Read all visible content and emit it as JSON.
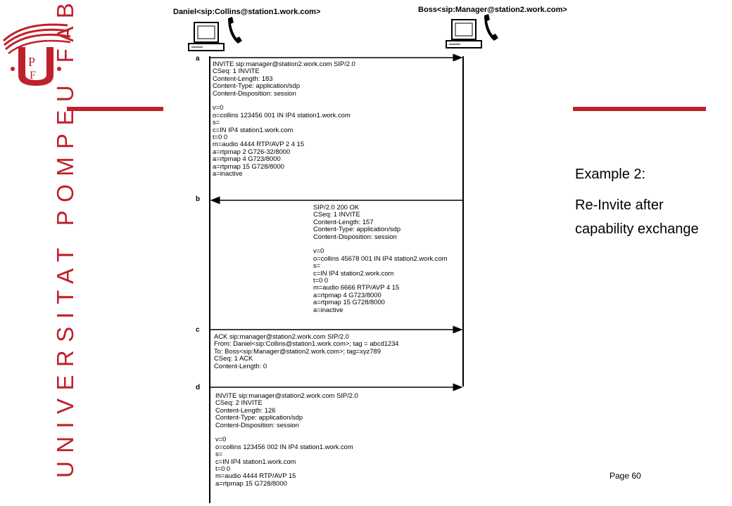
{
  "university": {
    "name": "UNIVERSITAT POMPEU FABRA",
    "logo_letters": "UPF",
    "brand_color": "#c0202a"
  },
  "diagram": {
    "left_party": "Daniel<sip:Collins@station1.work.com>",
    "right_party": "Boss<sip:Manager@station2.work.com>",
    "icons": [
      "computer-icon",
      "telephone-icon"
    ],
    "steps": [
      {
        "label": "a",
        "direction": "right",
        "text": "INVITE sip:manager@station2.work.com SIP/2.0\nCSeq: 1 INVITE\nContent-Length: 183\nContent-Type: application/sdp\nContent-Disposition: session\n\nv=0\no=collins 123456 001 IN IP4 station1.work.com\ns=\nc=IN IP4 station1.work.com\nt=0 0\nm=audio 4444 RTP/AVP 2 4 15\na=rtpmap 2 G726-32/8000\na=rtpmap 4 G723/8000\na=rtpmap 15 G728/8000\na=inactive"
      },
      {
        "label": "b",
        "direction": "left",
        "text": "SIP/2.0 200 OK\nCSeq: 1 INVITE\nContent-Length: 157\nContent-Type: application/sdp\nContent-Disposition: session\n\nv=0\no=collins 45678 001 IN IP4 station2.work.com\ns=\nc=IN IP4 station2.work.com\nt=0 0\nm=audio 6666 RTP/AVP 4 15\na=rtpmap 4 G723/8000\na=rtpmap 15 G728/8000\na=inactive"
      },
      {
        "label": "c",
        "direction": "right",
        "text": "ACK sip:manager@station2.work.com SIP/2.0\nFrom: Daniel<sip:Collins@station1.work.com>; tag = abcd1234\nTo: Boss<sip:Manager@station2.work.com>; tag=xyz789\nCSeq: 1 ACK\nContent-Length: 0"
      },
      {
        "label": "d",
        "direction": "right",
        "text": "INVITE sip:manager@station2.work.com SIP/2.0\nCSeq: 2 INVITE\nContent-Length: 126\nContent-Type: application/sdp\nContent-Disposition: session\n\nv=0\no=collins 123456 002 IN IP4 station1.work.com\ns=\nc=IN IP4 station1.work.com\nt=0 0\nm=audio 4444 RTP/AVP 15\na=rtpmap 15 G728/8000"
      }
    ]
  },
  "sidebar": {
    "title": "Example 2:",
    "subtitle": "Re-Invite after capability exchange"
  },
  "footer": {
    "page": "Page 60"
  }
}
